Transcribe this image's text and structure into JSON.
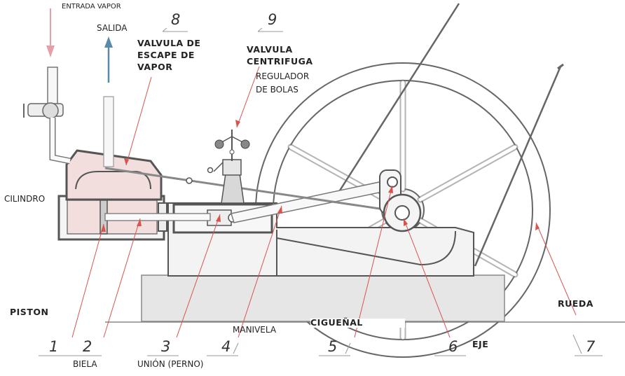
{
  "labels": {
    "entrada_vapor": "ENTRADA VAPOR",
    "salida": "SALIDA",
    "valvula_escape": [
      "VALVULA DE",
      "ESCAPE DE",
      "VAPOR"
    ],
    "valvula_centrifuga": [
      "VALVULA",
      "CENTRIFUGA"
    ],
    "regulador": [
      "REGULADOR",
      "DE BOLAS"
    ],
    "cilindro": "CILINDRO",
    "piston": "PISTON",
    "rueda": "RUEDA",
    "manivela": "MANIVELA",
    "ciguenal": "CIGUEÑAL",
    "eje": "EJE",
    "biela": "BIELA",
    "union": "UNIÓN (PERNO)"
  },
  "numbers": {
    "n1": "1",
    "n2": "2",
    "n3": "3",
    "n4": "4",
    "n5": "5",
    "n6": "6",
    "n7": "7",
    "n8": "8",
    "n9": "9"
  },
  "colors": {
    "line": "#555555",
    "fill": "#eeeeee",
    "accent_red": "#d9534f",
    "arrow_in": "#e8a0a8",
    "arrow_out": "#5a8aa8",
    "cylinder_tint": "#f3dede"
  }
}
